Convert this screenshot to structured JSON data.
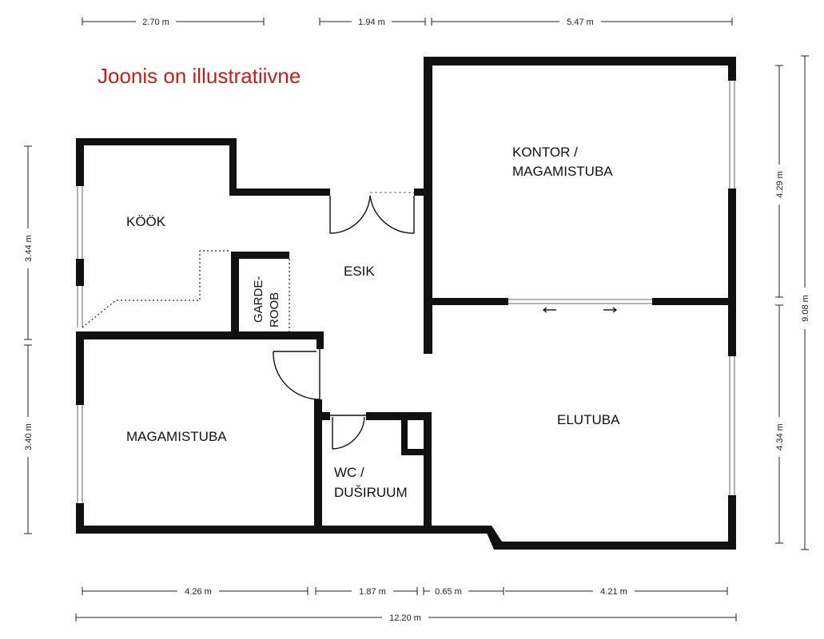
{
  "note": "Joonis on illustratiivne",
  "rooms": {
    "kitchen": "KÖÖK",
    "hall": "ESIK",
    "wardrobe_1": "GARDE-",
    "wardrobe_2": "ROOB",
    "office_1": "KONTOR /",
    "office_2": "MAGAMISTUBA",
    "bedroom": "MAGAMISTUBA",
    "wc_1": "WC /",
    "wc_2": "DUŠIRUUM",
    "living": "ELUTUBA"
  },
  "dimensions": {
    "top_left": "2.70 m",
    "top_mid": "1.94 m",
    "top_right": "5.47 m",
    "left_upper": "3.44 m",
    "left_lower": "3.40 m",
    "right_upper": "4.29 m",
    "right_lower": "4.34 m",
    "right_total": "9.08 m",
    "bottom_1": "4.26 m",
    "bottom_2": "1.87 m",
    "bottom_3": "0.65 m",
    "bottom_4": "4.21 m",
    "bottom_total": "12.20 m"
  },
  "colors": {
    "note": "#c0201c",
    "wall": "#111111"
  }
}
